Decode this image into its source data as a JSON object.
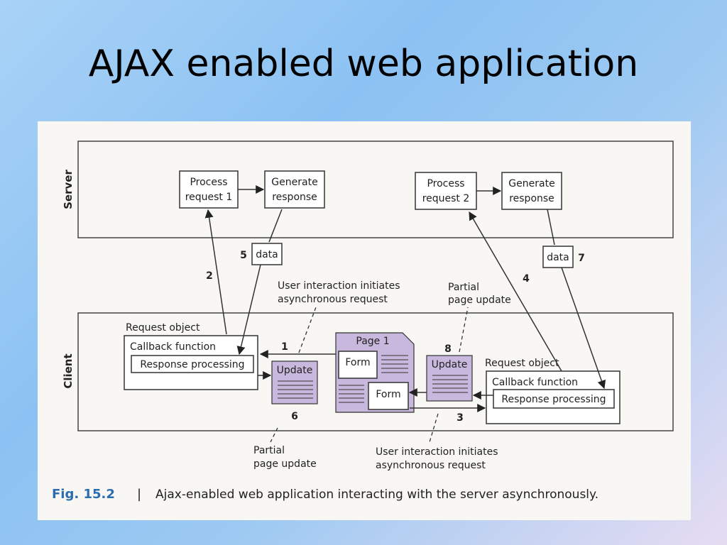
{
  "slide": {
    "title": "AJAX enabled web application"
  },
  "figure": {
    "side_labels": {
      "server": "Server",
      "client": "Client"
    },
    "server_boxes": {
      "process_1": [
        "Process",
        "request 1"
      ],
      "generate_1": [
        "Generate",
        "response"
      ],
      "process_2": [
        "Process",
        "request 2"
      ],
      "generate_2": [
        "Generate",
        "response"
      ]
    },
    "data_labels": {
      "data_left": "data",
      "data_right": "data"
    },
    "step_numbers": {
      "s1": "1",
      "s2": "2",
      "s3": "3",
      "s4": "4",
      "s5": "5",
      "s6": "6",
      "s7": "7",
      "s8": "8"
    },
    "client_left": {
      "request_object": "Request object",
      "callback": "Callback function",
      "processing": "Response processing",
      "update": "Update"
    },
    "client_right": {
      "request_object": "Request object",
      "callback": "Callback function",
      "processing": "Response processing",
      "update": "Update"
    },
    "page": {
      "title": "Page 1",
      "form_top": "Form",
      "form_bottom": "Form"
    },
    "annotations": {
      "user_interaction_top": [
        "User interaction initiates",
        "asynchronous request"
      ],
      "partial_top": [
        "Partial",
        "page update"
      ],
      "partial_bottom": [
        "Partial",
        "page update"
      ],
      "user_interaction_bottom": [
        "User interaction initiates",
        "asynchronous request"
      ]
    },
    "caption": {
      "label": "Fig. 15.2",
      "separator": "|",
      "text": "Ajax-enabled web application interacting with the server asynchronously."
    }
  }
}
